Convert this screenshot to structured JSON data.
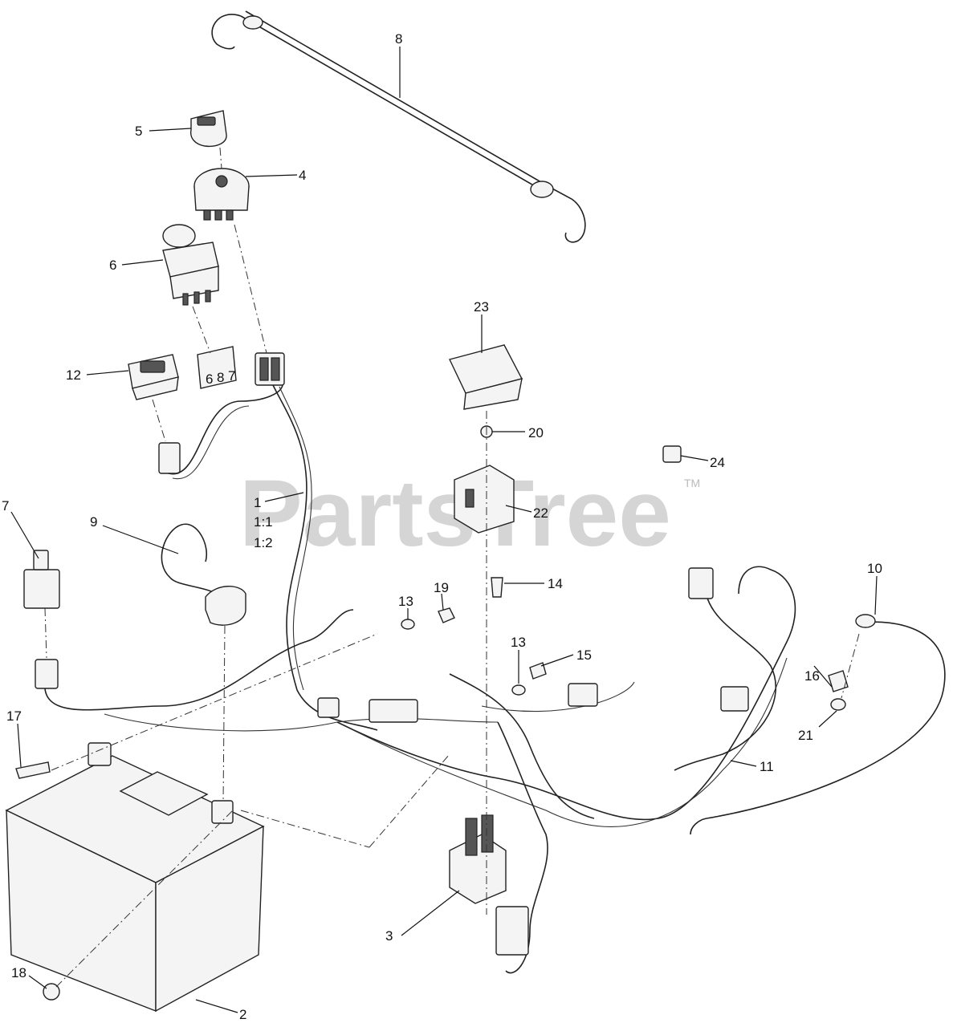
{
  "watermark": {
    "brand": "PartsTree",
    "trademark": "TM"
  },
  "callouts": {
    "c1": "1",
    "c1a": "1:1",
    "c1b": "1:2",
    "c2": "2",
    "c3": "3",
    "c4": "4",
    "c5": "5",
    "c6": "6",
    "c7": "7",
    "c8": "8",
    "c9": "9",
    "c10": "10",
    "c11": "11",
    "c12": "12",
    "c13a": "13",
    "c13b": "13",
    "c14": "14",
    "c15": "15",
    "c16": "16",
    "c17": "17",
    "c18": "18",
    "c19": "19",
    "c20": "20",
    "c21": "21",
    "c22": "22",
    "c23": "23",
    "c24": "24"
  },
  "switch_labels": {
    "terminal_6": "6",
    "terminal_8": "8",
    "terminal_7": "7"
  }
}
